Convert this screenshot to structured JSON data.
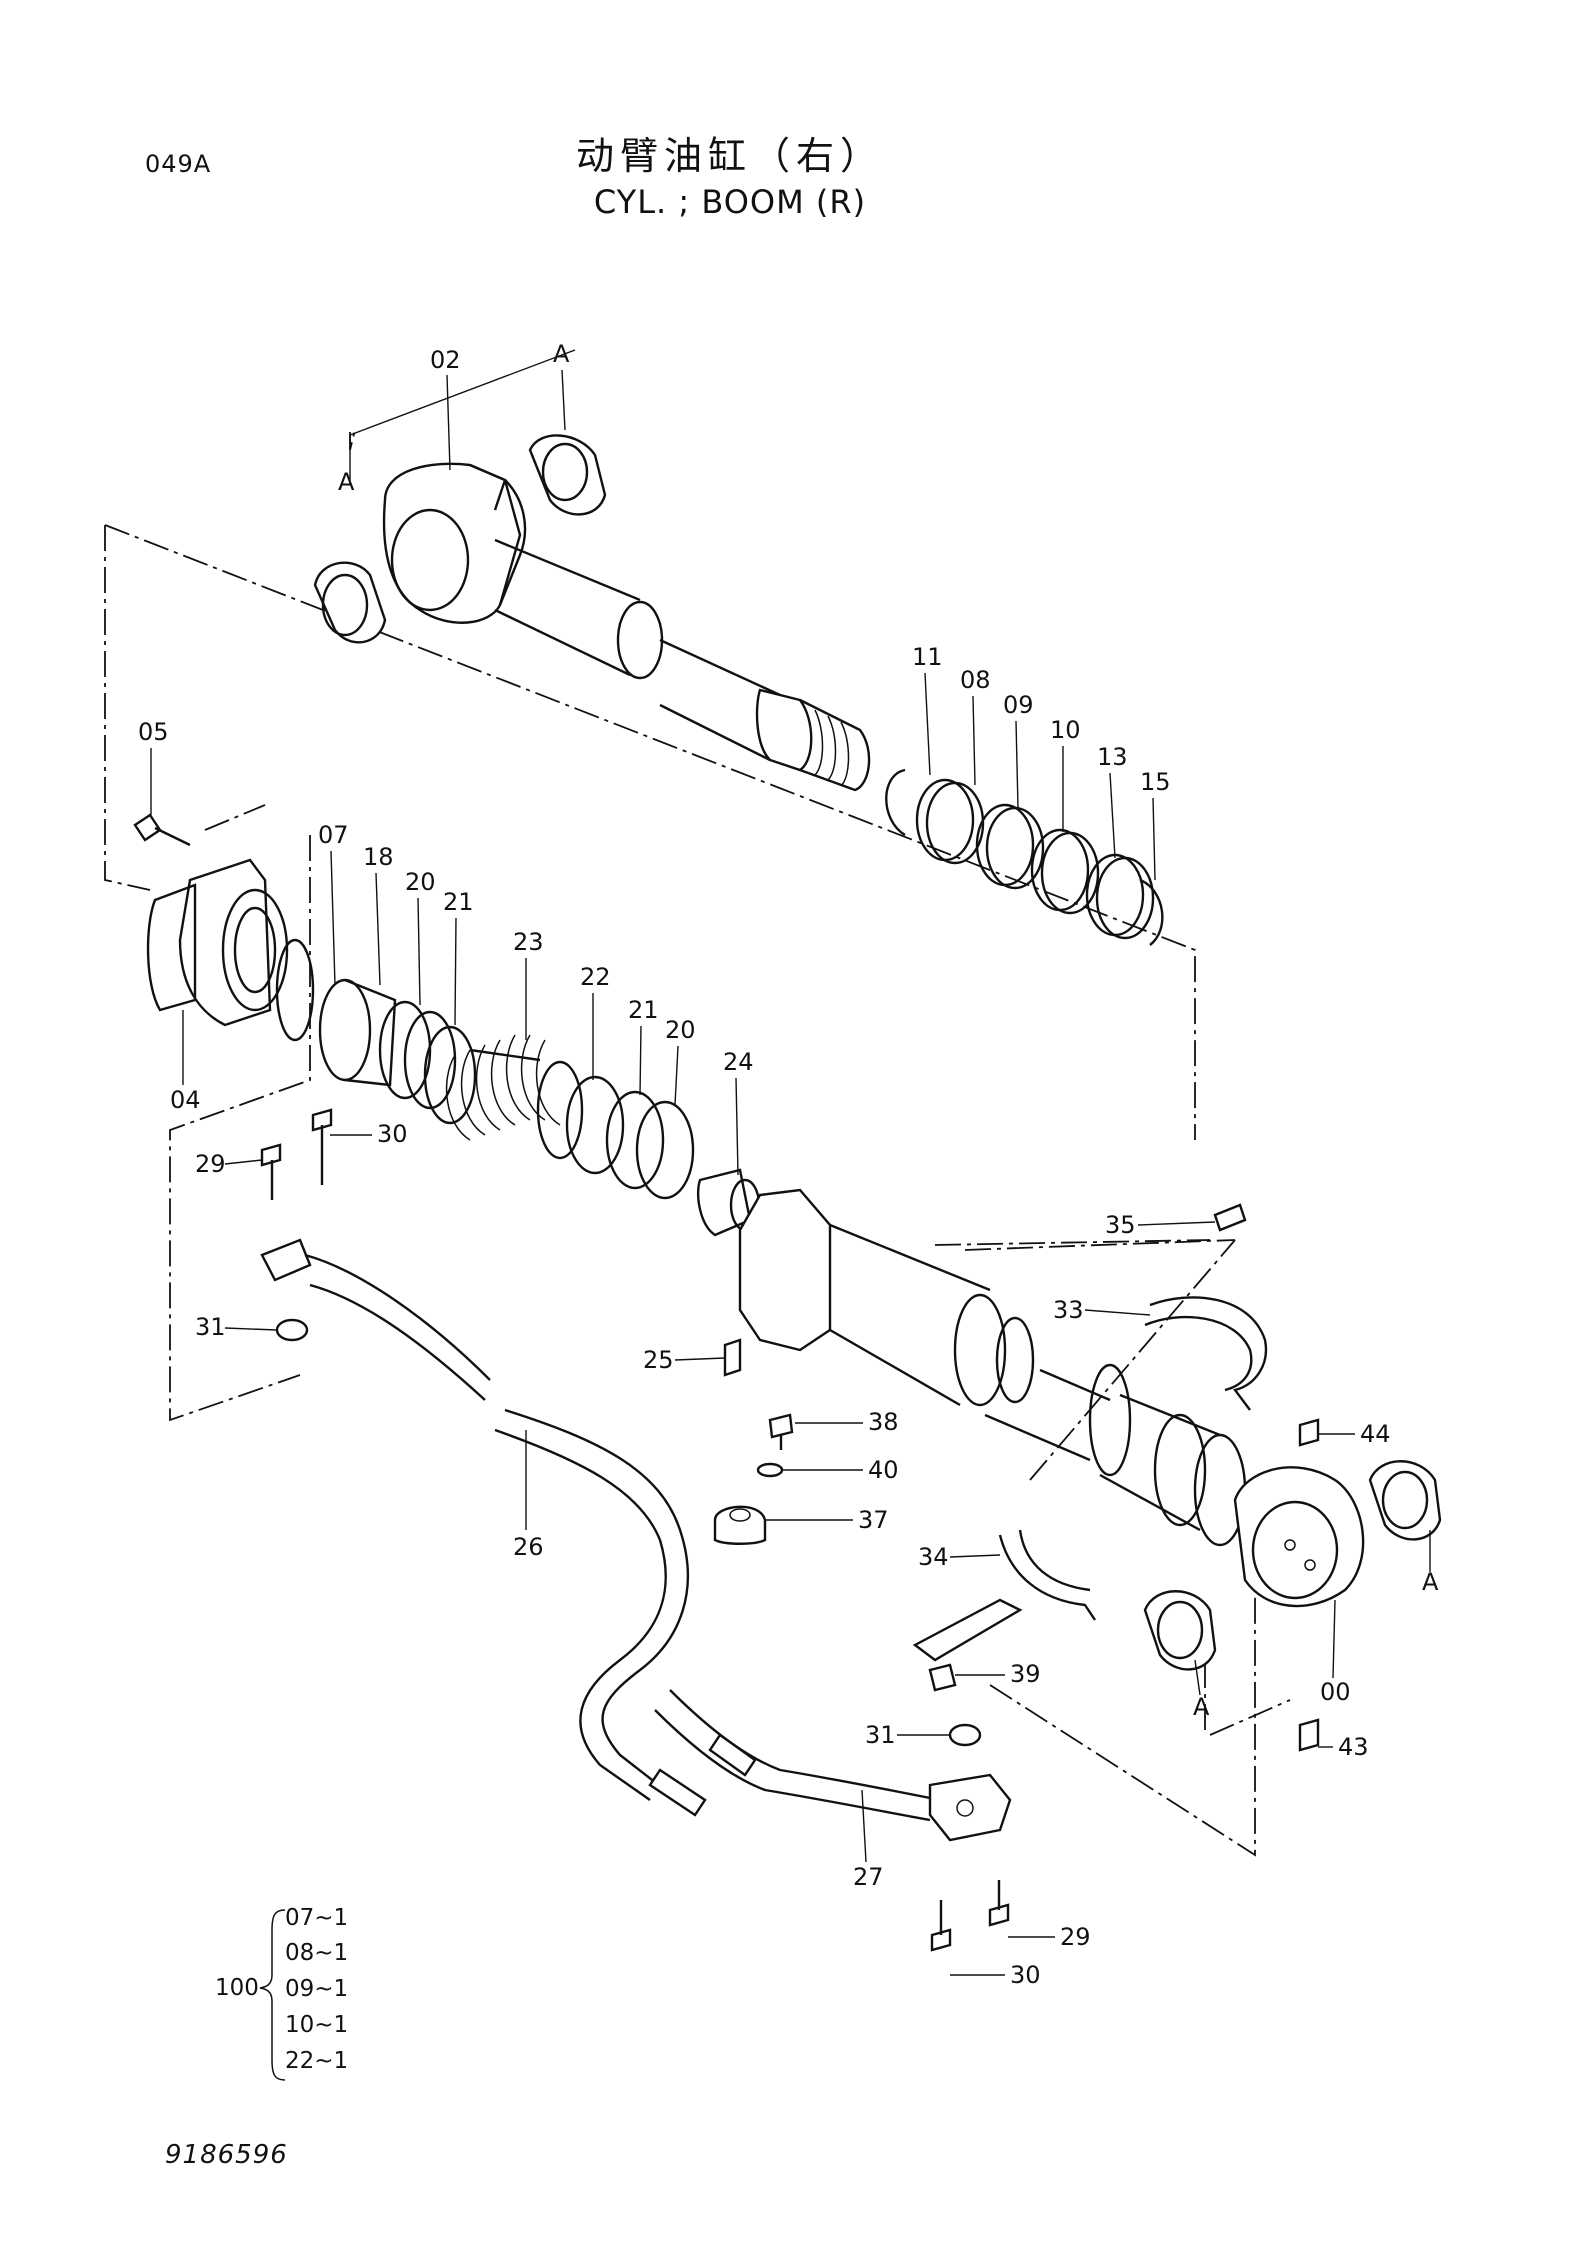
{
  "header": {
    "page_code": "049A",
    "title_cn": "动臂油缸（右）",
    "title_en": "CYL. ; BOOM (R)"
  },
  "callouts": [
    {
      "id": "02",
      "text": "02"
    },
    {
      "id": "A-top",
      "text": "A"
    },
    {
      "id": "A-left",
      "text": "A"
    },
    {
      "id": "11",
      "text": "11"
    },
    {
      "id": "08",
      "text": "08"
    },
    {
      "id": "09",
      "text": "09"
    },
    {
      "id": "10",
      "text": "10"
    },
    {
      "id": "13",
      "text": "13"
    },
    {
      "id": "15",
      "text": "15"
    },
    {
      "id": "05",
      "text": "05"
    },
    {
      "id": "07",
      "text": "07"
    },
    {
      "id": "18",
      "text": "18"
    },
    {
      "id": "20a",
      "text": "20"
    },
    {
      "id": "21a",
      "text": "21"
    },
    {
      "id": "23",
      "text": "23"
    },
    {
      "id": "22",
      "text": "22"
    },
    {
      "id": "21b",
      "text": "21"
    },
    {
      "id": "20b",
      "text": "20"
    },
    {
      "id": "24",
      "text": "24"
    },
    {
      "id": "04",
      "text": "04"
    },
    {
      "id": "30a",
      "text": "30"
    },
    {
      "id": "29a",
      "text": "29"
    },
    {
      "id": "31a",
      "text": "31"
    },
    {
      "id": "25",
      "text": "25"
    },
    {
      "id": "35",
      "text": "35"
    },
    {
      "id": "33",
      "text": "33"
    },
    {
      "id": "38",
      "text": "38"
    },
    {
      "id": "40",
      "text": "40"
    },
    {
      "id": "37",
      "text": "37"
    },
    {
      "id": "44",
      "text": "44"
    },
    {
      "id": "26",
      "text": "26"
    },
    {
      "id": "34",
      "text": "34"
    },
    {
      "id": "A-right",
      "text": "A"
    },
    {
      "id": "39",
      "text": "39"
    },
    {
      "id": "00",
      "text": "00"
    },
    {
      "id": "A-bottom",
      "text": "A"
    },
    {
      "id": "31b",
      "text": "31"
    },
    {
      "id": "43",
      "text": "43"
    },
    {
      "id": "27",
      "text": "27"
    },
    {
      "id": "29b",
      "text": "29"
    },
    {
      "id": "30b",
      "text": "30"
    }
  ],
  "kit": {
    "number": "100",
    "items": [
      "07~1",
      "08~1",
      "09~1",
      "10~1",
      "22~1"
    ]
  },
  "footer": {
    "doc_number": "9186596"
  }
}
